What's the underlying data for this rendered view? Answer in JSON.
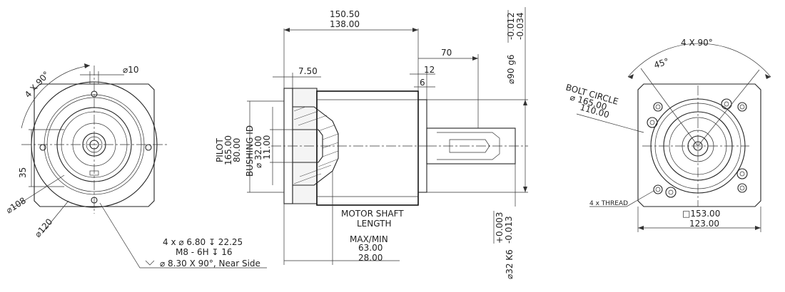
{
  "left_view": {
    "angle_label": "4 X 90°",
    "shaft_dia": "⌀10",
    "dim_35": "35",
    "dim_108": "⌀108",
    "dim_120": "⌀120",
    "hole_note": {
      "line1": "4 x ⌀ 6.80 ↧ 22.25",
      "line2": "M8 - 6H ↧ 16",
      "line3": "⌀ 8.30 X 90°, Near Side"
    }
  },
  "side_view": {
    "overall_top": "150.50",
    "overall_bottom": "138.00",
    "flange_offset": "7.50",
    "dim_70": "70",
    "dim_12": "12",
    "dim_6": "6",
    "pilot_label": "PILOT",
    "pilot_max": "165.00",
    "pilot_min": "80.00",
    "bushing_label": "BUSHING ID",
    "bushing_max": "⌀ 32.00",
    "bushing_min": "11.00",
    "output_dia": "⌀90 g6",
    "output_tol_upper": "-0.012",
    "output_tol_lower": "-0.034",
    "shaft_dia": "⌀32 K6",
    "shaft_tol_upper": "+0.003",
    "shaft_tol_lower": "-0.013",
    "motor_shaft": {
      "line1": "MOTOR SHAFT",
      "line2": "LENGTH",
      "line3": "MAX/MIN",
      "max": "63.00",
      "min": "28.00"
    }
  },
  "right_view": {
    "angle_label": "4 X 90°",
    "angle_45": "45°",
    "bolt_circle_label": "BOLT CIRCLE",
    "bolt_circle_max": "⌀ 165.00",
    "bolt_circle_min": "110.00",
    "thread_label": "4 x THREAD",
    "square_max": "□153.00",
    "square_min": "123.00"
  }
}
